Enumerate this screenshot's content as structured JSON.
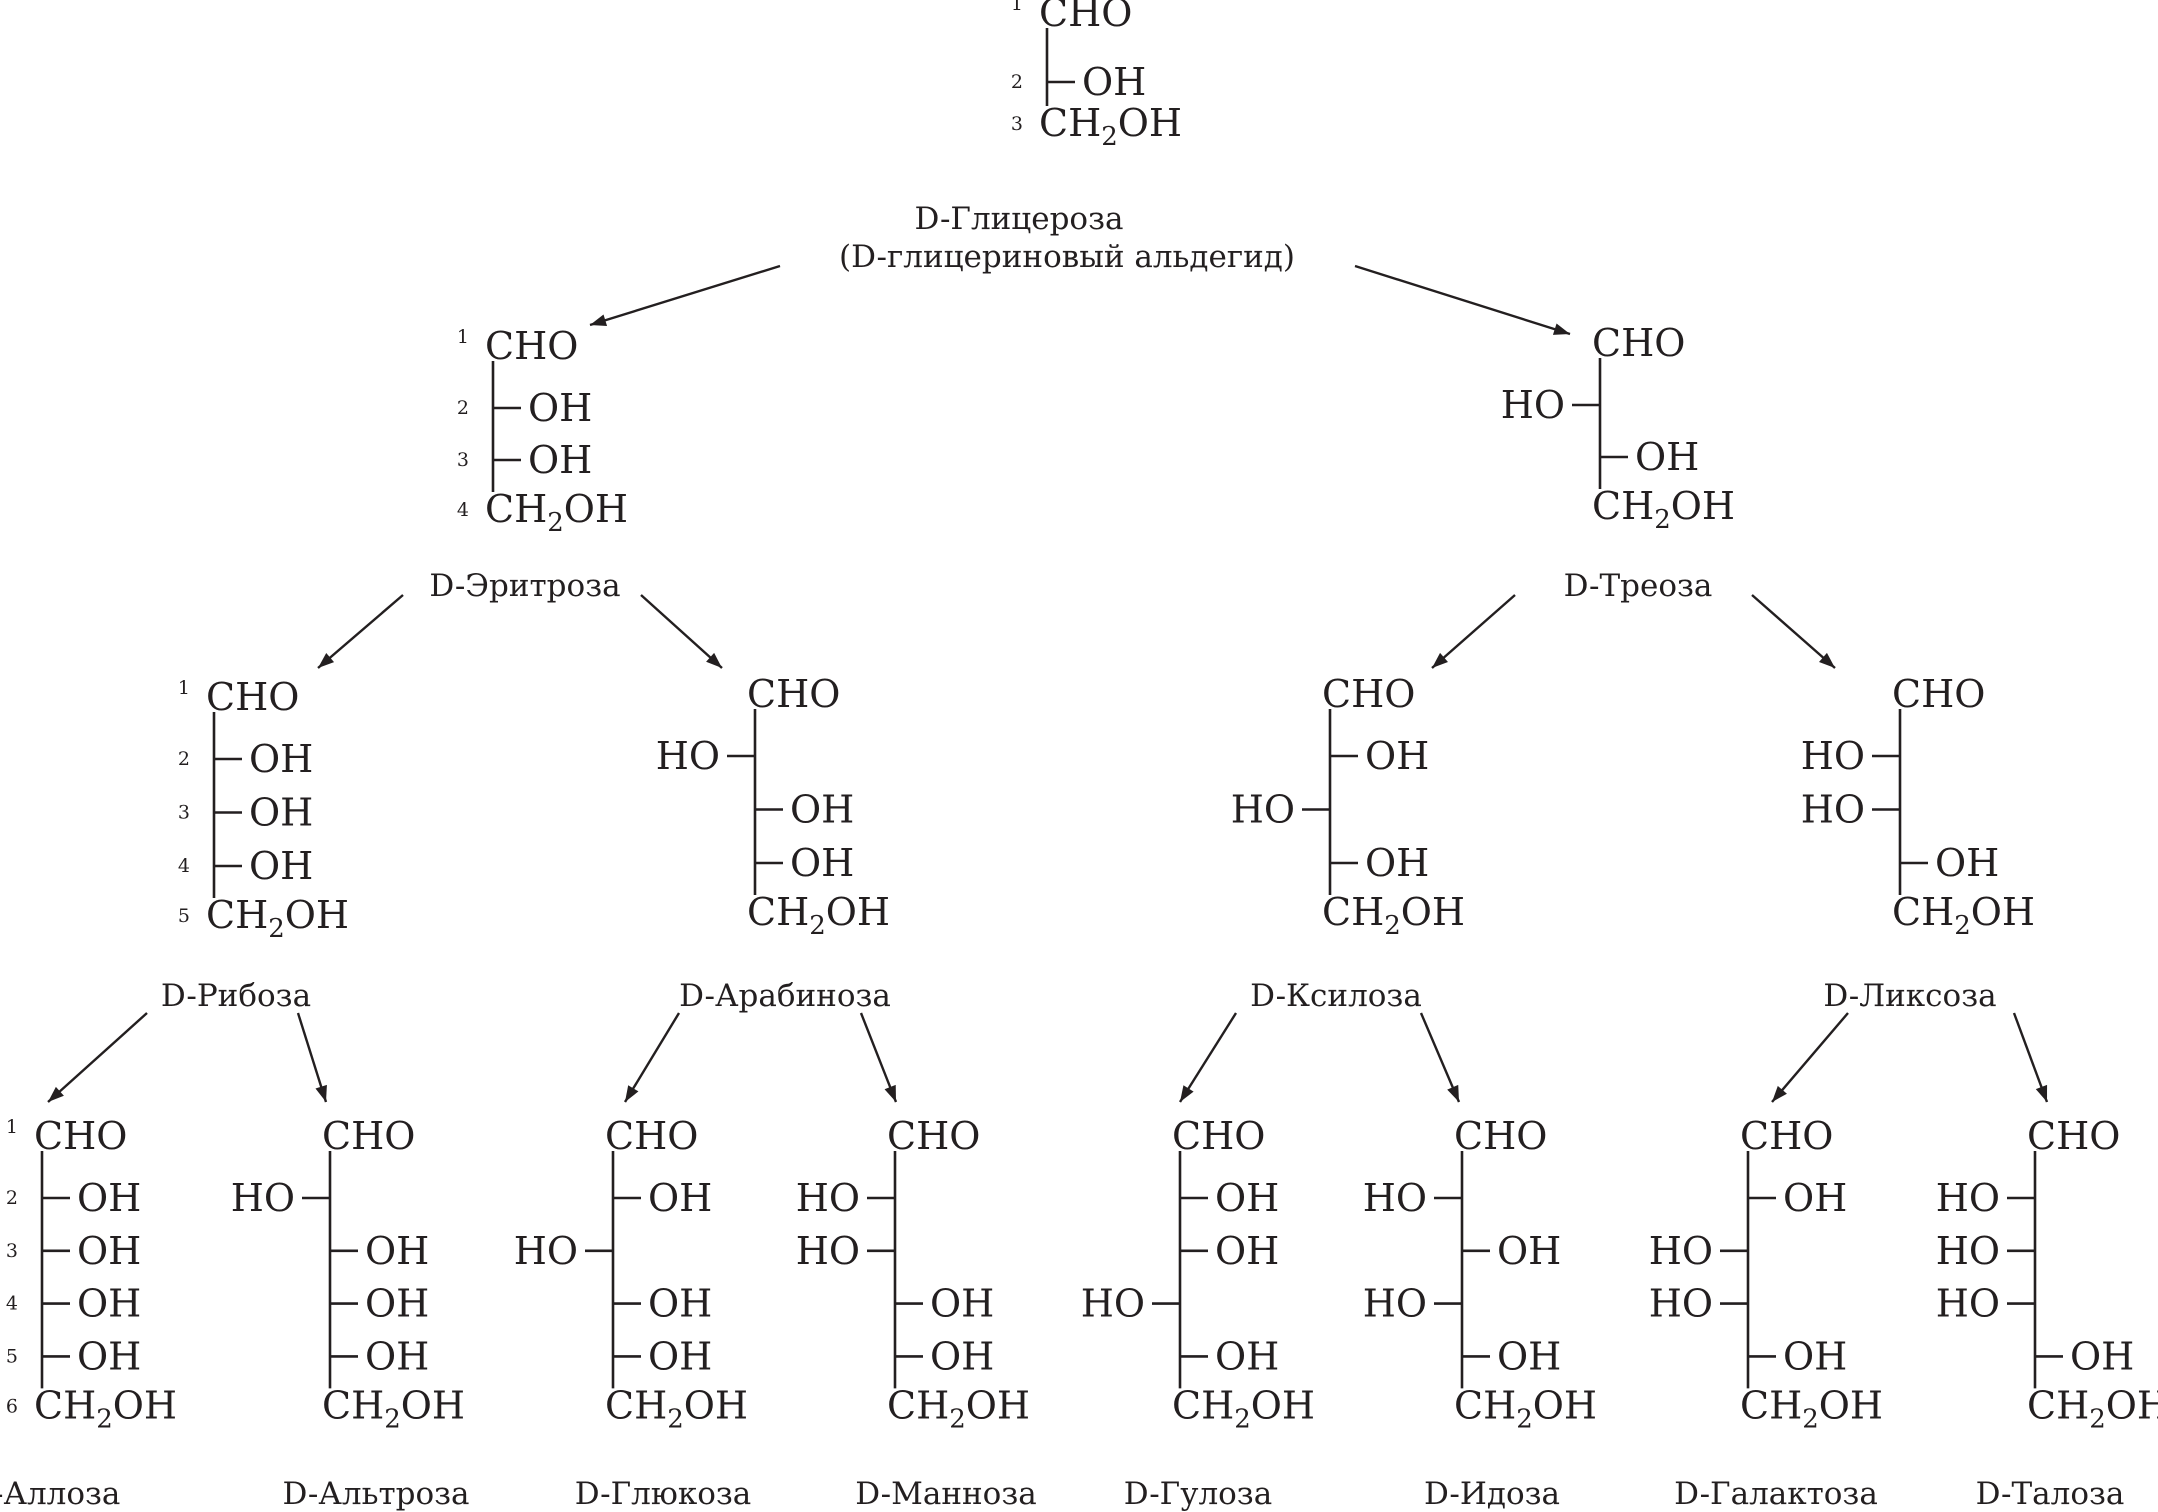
{
  "formula": {
    "top": "CHO",
    "oh": "OH",
    "ho": "HO",
    "bottom_ch": "CH",
    "bottom_sub": "2",
    "bottom_oh": "OH"
  },
  "colors": {
    "ink": "#231f20",
    "background": "#ffffff"
  },
  "molecules": [
    {
      "id": "d-glyceraldehyde",
      "name": "D-Глицероза",
      "name_line2": "(D-глицериновый альдегид)",
      "carbons": [
        "R"
      ],
      "numbered": true
    },
    {
      "id": "d-erythrose",
      "name": "D-Эритроза",
      "carbons": [
        "R",
        "R"
      ],
      "numbered": true
    },
    {
      "id": "d-threose",
      "name": "D-Треоза",
      "carbons": [
        "L",
        "R"
      ],
      "numbered": false
    },
    {
      "id": "d-ribose",
      "name": "D-Рибоза",
      "carbons": [
        "R",
        "R",
        "R"
      ],
      "numbered": true
    },
    {
      "id": "d-arabinose",
      "name": "D-Арабиноза",
      "carbons": [
        "L",
        "R",
        "R"
      ],
      "numbered": false
    },
    {
      "id": "d-xylose",
      "name": "D-Ксилоза",
      "carbons": [
        "R",
        "L",
        "R"
      ],
      "numbered": false
    },
    {
      "id": "d-lyxose",
      "name": "D-Ликсоза",
      "carbons": [
        "L",
        "L",
        "R"
      ],
      "numbered": false
    },
    {
      "id": "d-allose",
      "name": "D-Аллоза",
      "carbons": [
        "R",
        "R",
        "R",
        "R"
      ],
      "numbered": true
    },
    {
      "id": "d-altrose",
      "name": "D-Альтроза",
      "carbons": [
        "L",
        "R",
        "R",
        "R"
      ],
      "numbered": false
    },
    {
      "id": "d-glucose",
      "name": "D-Глюкоза",
      "carbons": [
        "R",
        "L",
        "R",
        "R"
      ],
      "numbered": false
    },
    {
      "id": "d-mannose",
      "name": "D-Манноза",
      "carbons": [
        "L",
        "L",
        "R",
        "R"
      ],
      "numbered": false
    },
    {
      "id": "d-gulose",
      "name": "D-Гулоза",
      "carbons": [
        "R",
        "R",
        "L",
        "R"
      ],
      "numbered": false
    },
    {
      "id": "d-idose",
      "name": "D-Идоза",
      "carbons": [
        "L",
        "R",
        "L",
        "R"
      ],
      "numbered": false
    },
    {
      "id": "d-galactose",
      "name": "D-Галактоза",
      "carbons": [
        "R",
        "L",
        "L",
        "R"
      ],
      "numbered": false
    },
    {
      "id": "d-talose",
      "name": "D-Талоза",
      "carbons": [
        "L",
        "L",
        "L",
        "R"
      ],
      "numbered": false
    }
  ],
  "arrows": [
    {
      "from": "d-glyceraldehyde",
      "to": "d-erythrose"
    },
    {
      "from": "d-glyceraldehyde",
      "to": "d-threose"
    },
    {
      "from": "d-erythrose",
      "to": "d-ribose"
    },
    {
      "from": "d-erythrose",
      "to": "d-arabinose"
    },
    {
      "from": "d-threose",
      "to": "d-xylose"
    },
    {
      "from": "d-threose",
      "to": "d-lyxose"
    },
    {
      "from": "d-ribose",
      "to": "d-allose"
    },
    {
      "from": "d-ribose",
      "to": "d-altrose"
    },
    {
      "from": "d-arabinose",
      "to": "d-glucose"
    },
    {
      "from": "d-arabinose",
      "to": "d-mannose"
    },
    {
      "from": "d-xylose",
      "to": "d-gulose"
    },
    {
      "from": "d-xylose",
      "to": "d-idose"
    },
    {
      "from": "d-lyxose",
      "to": "d-galactose"
    },
    {
      "from": "d-lyxose",
      "to": "d-talose"
    }
  ]
}
